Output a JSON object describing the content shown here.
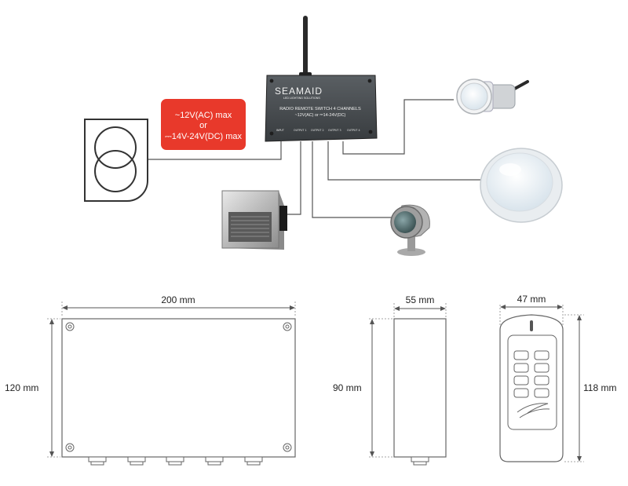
{
  "controller": {
    "brand": "SEAMAID",
    "brand_tagline": "LED LIGHTING SOLUTIONS",
    "title": "RADIO REMOTE SWITCH 4 CHANNELS",
    "voltage": "~12V(AC) or ⎓14-24V(DC)",
    "ports": [
      "INPUT",
      "OUTPUT 1",
      "OUTPUT 2",
      "OUTPUT 3",
      "OUTPUT 4"
    ]
  },
  "power_note": {
    "line1": "~12V(AC) max",
    "line2": "or",
    "line3": "⎓14V-24V(DC) max",
    "color": "#e8392b"
  },
  "dimensions": {
    "box_width": "200 mm",
    "box_height": "120 mm",
    "side_width": "55 mm",
    "side_height": "90 mm",
    "remote_width": "47 mm",
    "remote_height": "118 mm"
  },
  "icons": [
    "transformer-icon",
    "recessed-step-light-icon",
    "spotlight-icon",
    "mini-led-light-icon",
    "pool-light-icon",
    "remote-control-icon"
  ]
}
